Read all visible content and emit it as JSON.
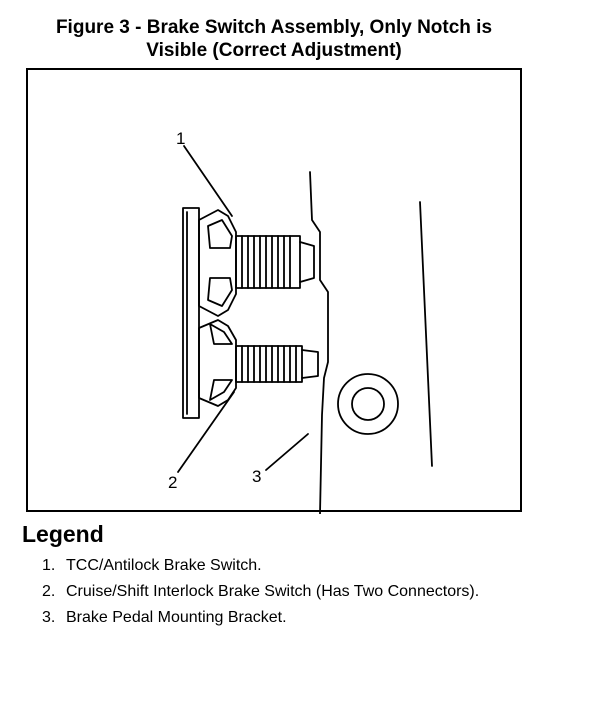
{
  "figure": {
    "title_line1": "Figure 3 - Brake Switch Assembly, Only Notch is",
    "title_line2": "Visible (Correct Adjustment)"
  },
  "callouts": [
    "1",
    "2",
    "3"
  ],
  "legend": {
    "heading": "Legend",
    "items": [
      {
        "number": "1.",
        "text": "TCC/Antilock Brake Switch."
      },
      {
        "number": "2.",
        "text": "Cruise/Shift Interlock Brake Switch (Has Two Connectors)."
      },
      {
        "number": "3.",
        "text": "Brake Pedal Mounting Bracket."
      }
    ]
  }
}
